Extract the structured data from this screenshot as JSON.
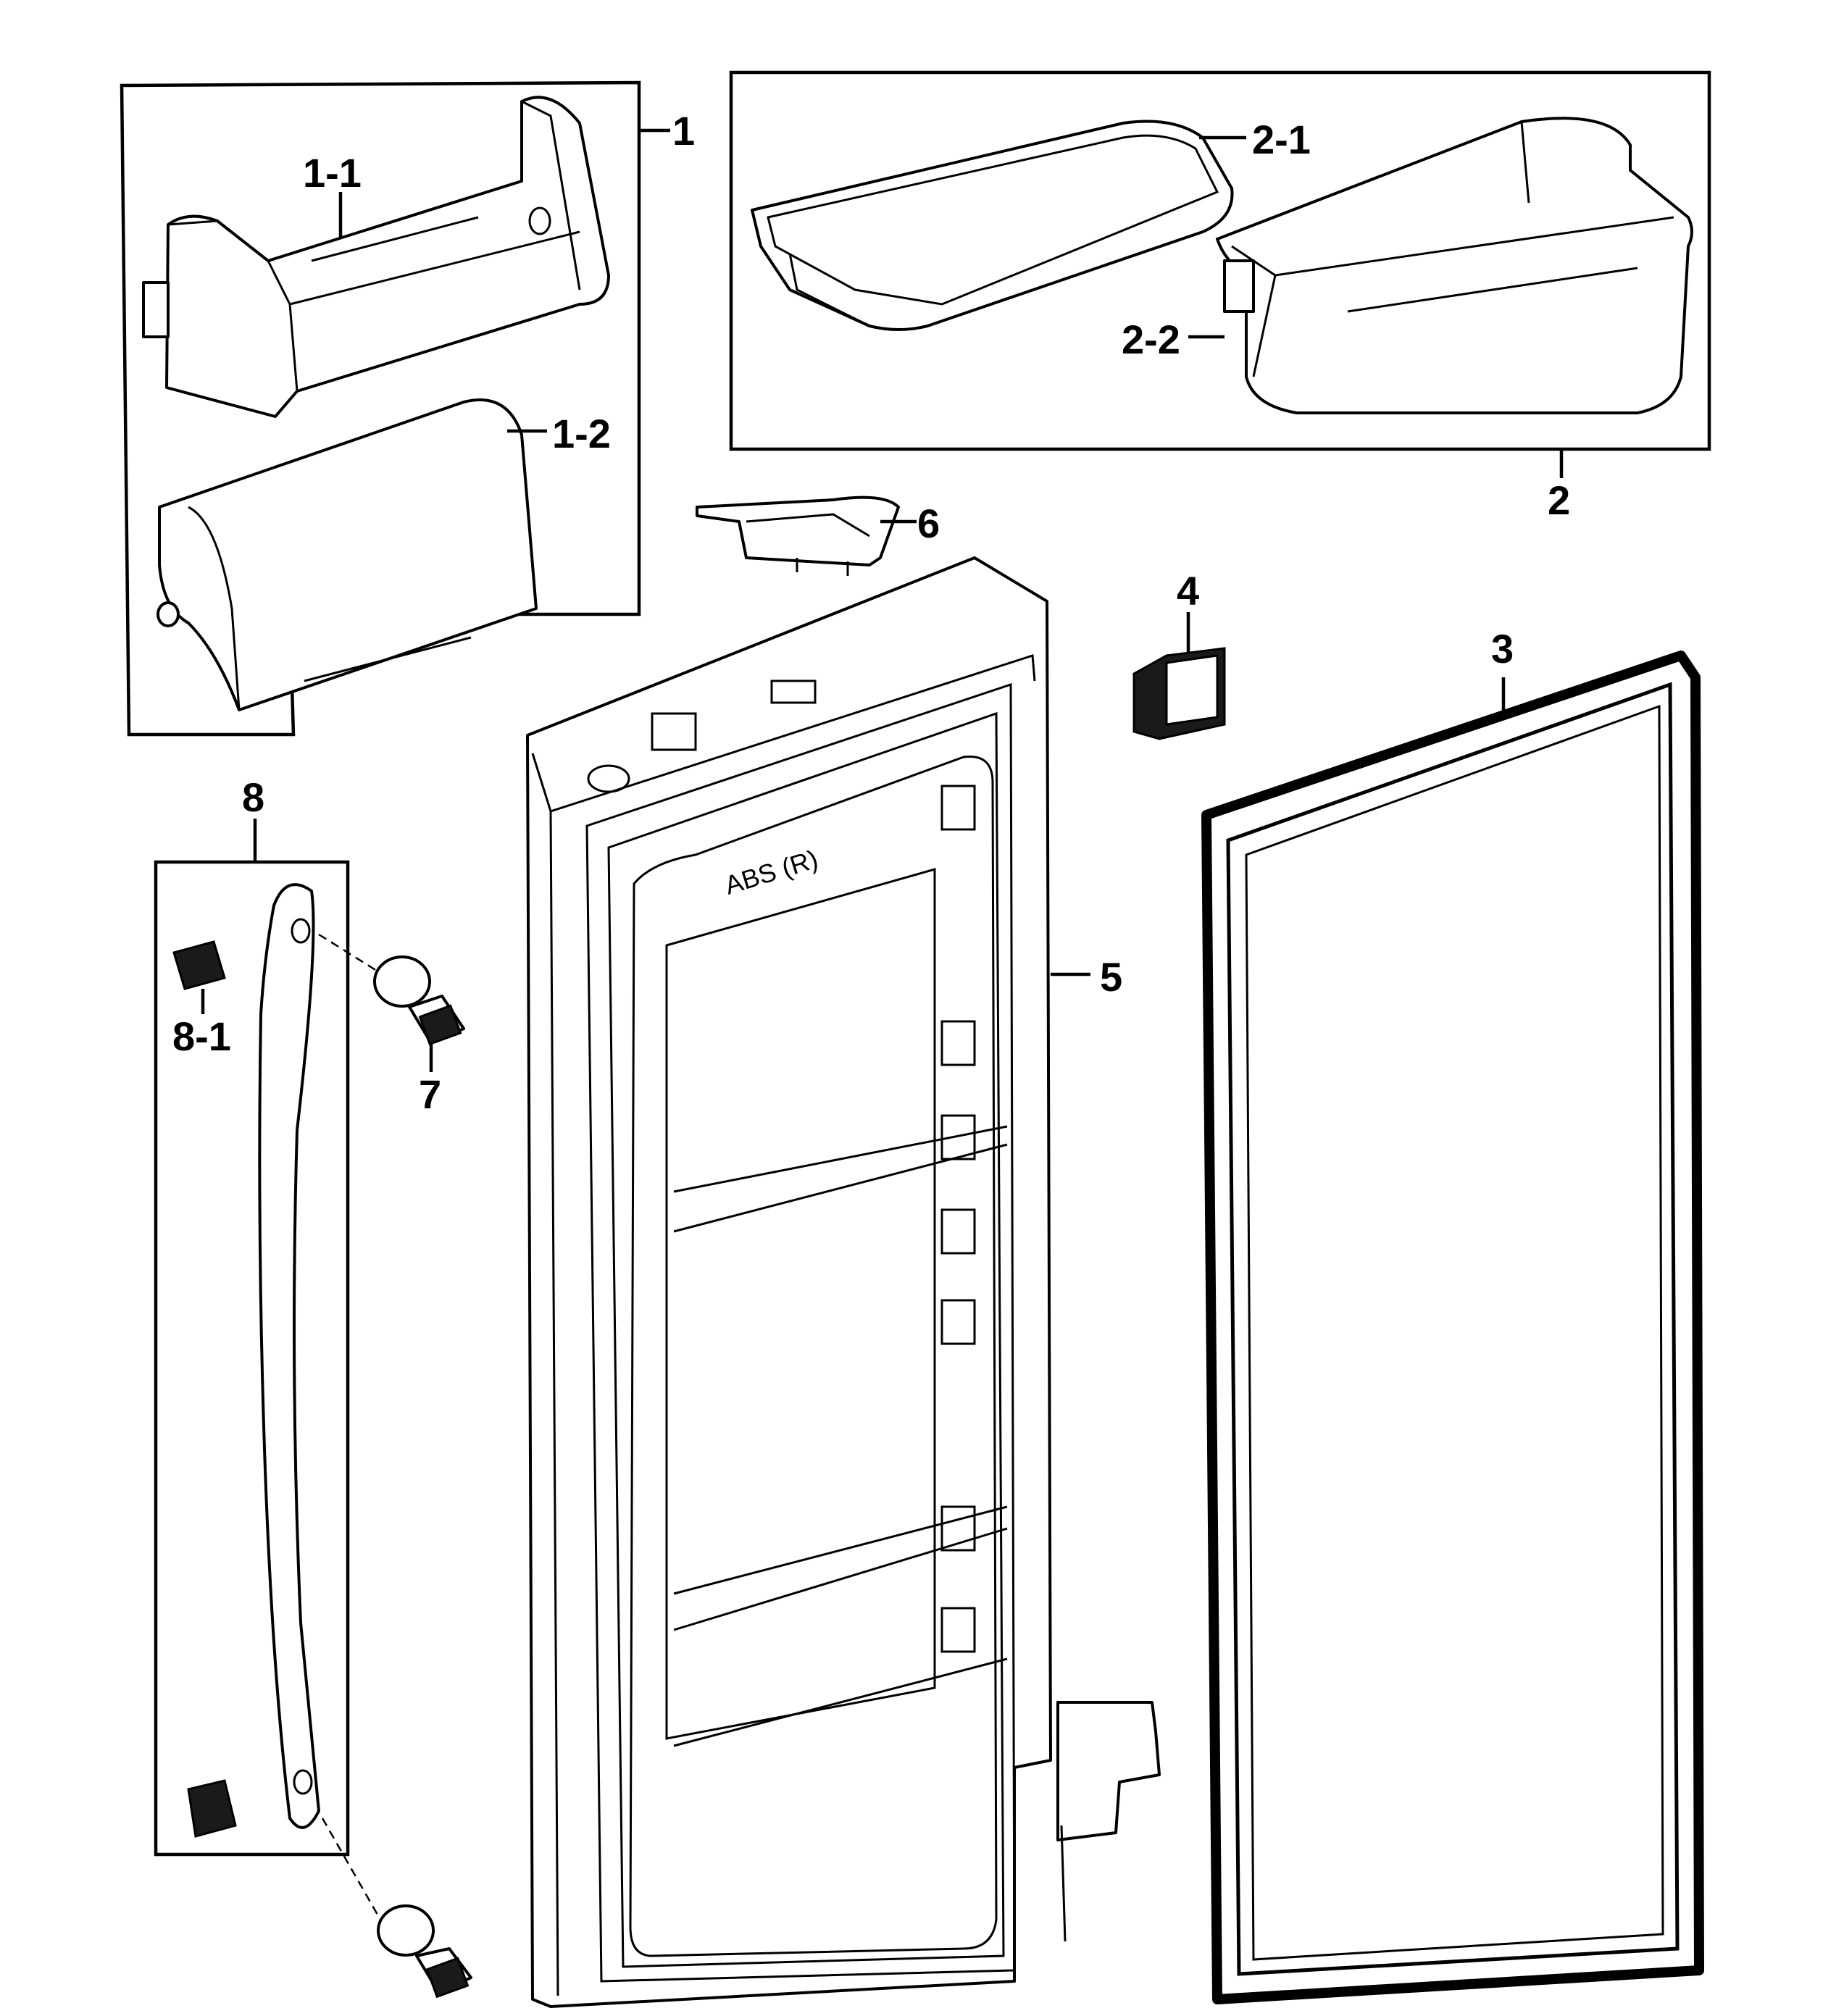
{
  "labels": {
    "p1": "1",
    "p1_1": "1-1",
    "p1_2": "1-2",
    "p2": "2",
    "p2_1": "2-1",
    "p2_2": "2-2",
    "p3": "3",
    "p4": "4",
    "p5": "5",
    "p6": "6",
    "p7": "7",
    "p8": "8",
    "p8_1": "8-1",
    "abs": "ABS (R)"
  }
}
